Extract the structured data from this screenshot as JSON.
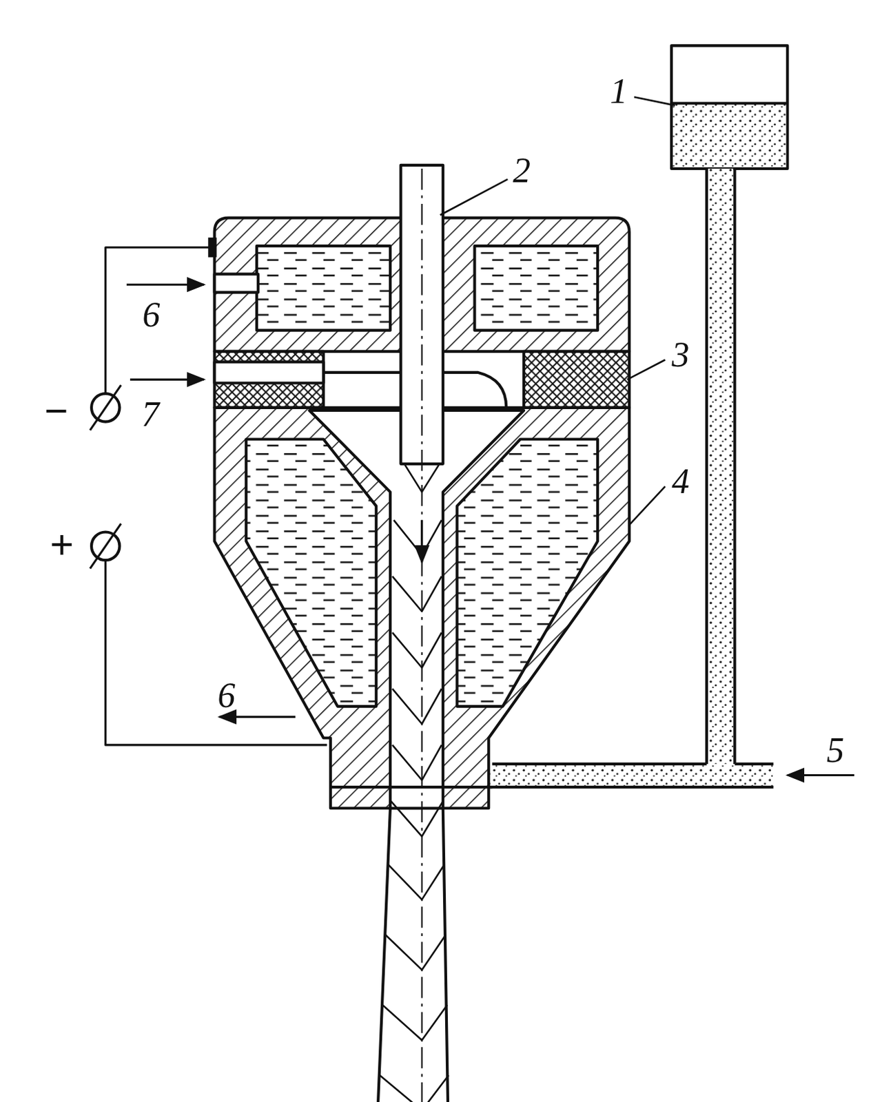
{
  "diagram": {
    "labels": [
      "1",
      "2",
      "3",
      "4",
      "5",
      "6",
      "6",
      "7",
      "−",
      "+"
    ]
  }
}
